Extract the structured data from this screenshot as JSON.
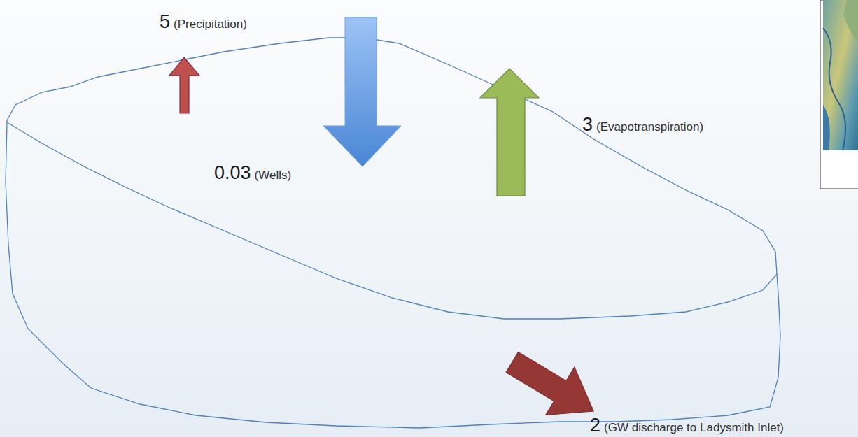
{
  "diagram": {
    "labels": [
      "5",
      "(Precipitation)",
      "3",
      "(Evapotranspiration)",
      "0.03",
      "(Wells)",
      "2",
      "(GW discharge to Ladysmith Inlet)"
    ]
  }
}
